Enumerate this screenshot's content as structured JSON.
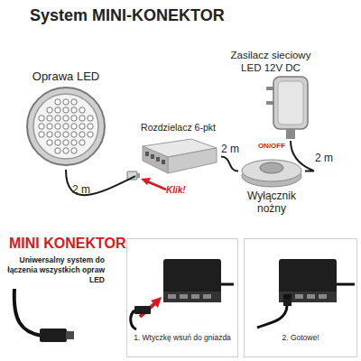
{
  "diagram": {
    "title": "System MINI-KONEKTOR",
    "nodes": [
      {
        "text": [
          "Oprawa LED"
        ]
      },
      {
        "text": [
          "Zasilacz sieciowy LED 12V DC"
        ]
      },
      {
        "text": [
          "Rozdzielacz 6-pkt"
        ]
      },
      {
        "text": [
          "ON/OFF",
          "Wyłącznik nożny"
        ]
      },
      {
        "text": [
          "MINI KONEKTOR",
          "Uniwersalny system do łączenia wszystkich opraw LED"
        ]
      },
      {
        "text": [
          "1. Wtyczkę wsuń do gniazda"
        ]
      },
      {
        "text": [
          "2. Gotowe!"
        ]
      }
    ],
    "edges": [
      {
        "from": 0,
        "to": 2,
        "label": "2 m",
        "arrow": "none"
      },
      {
        "from": 2,
        "to": 3,
        "label": "2 m",
        "arrow": "none"
      },
      {
        "from": 3,
        "to": 1,
        "label": "2 m",
        "arrow": "none"
      }
    ],
    "labels": [
      "Klik!"
    ]
  }
}
